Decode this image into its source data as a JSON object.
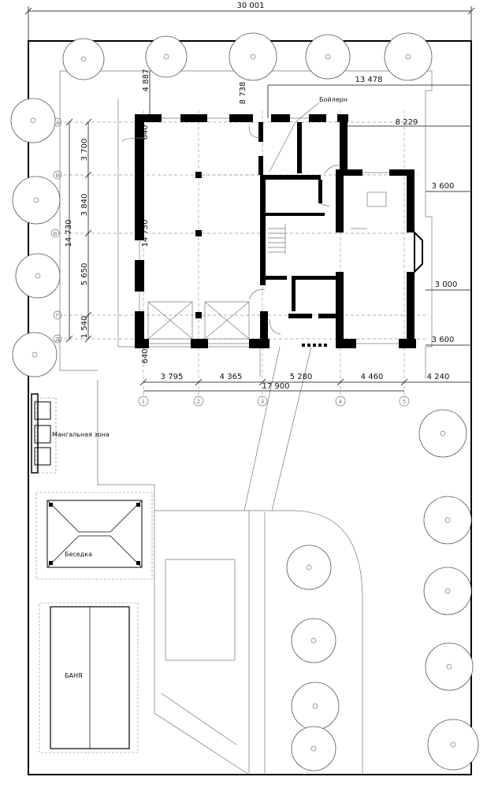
{
  "dimensions": {
    "top_total": "30 001",
    "bottom_total": "17 900",
    "left_total": "14 730",
    "inner_total": "14 730",
    "d_4887": "4 887",
    "d_8738": "8 738",
    "d_13478": "13 478",
    "d_8229": "8 229",
    "d_640_top": "640",
    "d_640_bottom": "640",
    "v_3700": "3 700",
    "v_3840": "3 840",
    "v_5650": "5 650",
    "v_1540": "1 540",
    "r_3600_top": "3 600",
    "r_3000": "3 000",
    "r_3600_bottom": "3 600",
    "h_3795": "3 795",
    "h_4365": "4 365",
    "h_5280": "5 280",
    "h_4460": "4 460",
    "h_4240": "4 240"
  },
  "axes": {
    "columns": [
      "1",
      "2",
      "3",
      "4",
      "5"
    ],
    "rows": [
      "A",
      "Б",
      "В",
      "Г",
      "Д"
    ]
  },
  "zones": {
    "grill": "Мангальная зона",
    "gazebo": "Беседка",
    "bath": "БАНЯ",
    "small_note": "Бойлерн"
  }
}
